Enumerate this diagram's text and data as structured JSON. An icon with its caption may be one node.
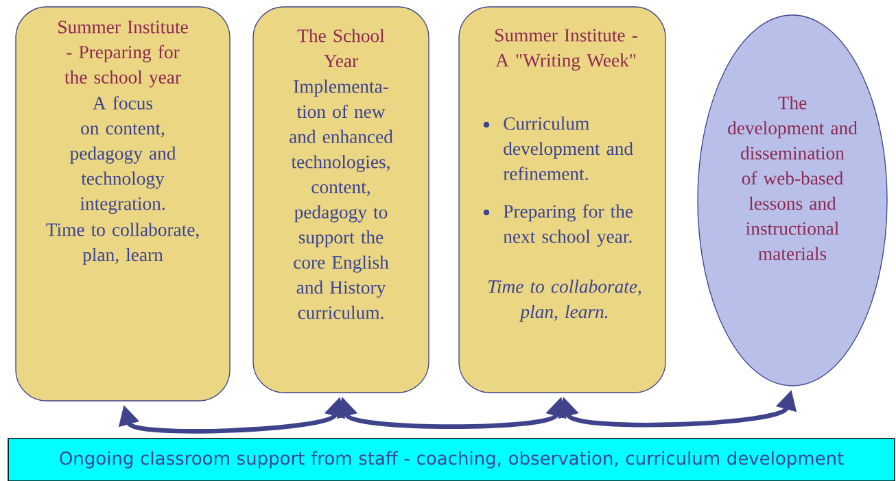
{
  "diagram": {
    "nodes": [
      {
        "text": [
          "Summer Institute - Preparing for the school year",
          "A focus on content, pedagogy and technology integration.",
          "Time to collaborate, plan, learn"
        ]
      },
      {
        "text": [
          "The School Year",
          "Implementa- tion of new and enhanced technologies, content, pedagogy to support the core English and History curriculum."
        ]
      },
      {
        "text": [
          "Summer Institute - A \"Writing Week\"",
          "Curriculum development and refinement.",
          "Preparing for the next school year.",
          "Time to collaborate, plan, learn."
        ]
      },
      {
        "text": [
          "The development and dissemination of web-based lessons and instructional materials"
        ]
      },
      {
        "text": [
          "Ongoing classroom support from staff - coaching, observation, curriculum development"
        ]
      }
    ],
    "edges": [
      {
        "from": 0,
        "to": 1,
        "arrow": "both"
      },
      {
        "from": 1,
        "to": 2,
        "arrow": "both"
      },
      {
        "from": 2,
        "to": 3,
        "arrow": "both"
      }
    ]
  }
}
